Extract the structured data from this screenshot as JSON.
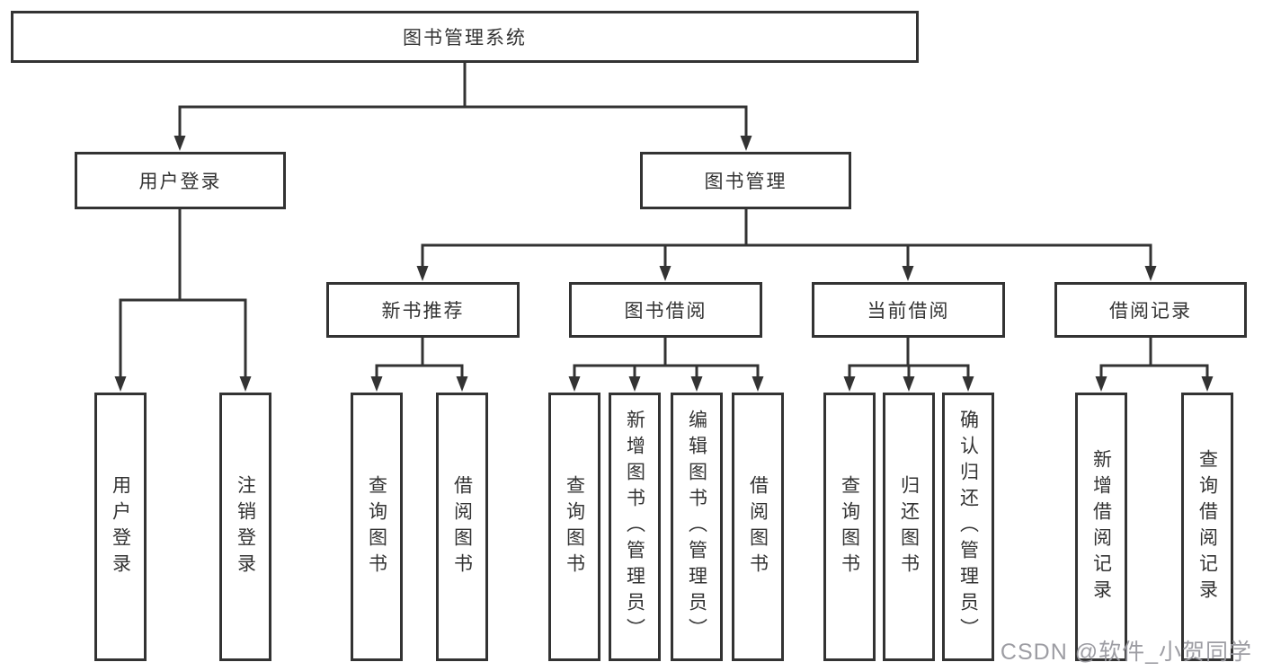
{
  "diagram": {
    "title": "图书管理系统",
    "root": {
      "label": "图书管理系统"
    },
    "branches": [
      {
        "id": "user-login",
        "label": "用户登录",
        "children": [
          {
            "label": "用户登录"
          },
          {
            "label": "注销登录"
          }
        ]
      },
      {
        "id": "book-management",
        "label": "图书管理",
        "children": [
          {
            "label": "新书推荐",
            "children": [
              {
                "label": "查询图书"
              },
              {
                "label": "借阅图书"
              }
            ]
          },
          {
            "label": "图书借阅",
            "children": [
              {
                "label": "查询图书"
              },
              {
                "label": "新增图书（管理员）"
              },
              {
                "label": "编辑图书（管理员）"
              },
              {
                "label": "借阅图书"
              }
            ]
          },
          {
            "label": "当前借阅",
            "children": [
              {
                "label": "查询图书"
              },
              {
                "label": "归还图书"
              },
              {
                "label": "确认归还（管理员）"
              }
            ]
          },
          {
            "label": "借阅记录",
            "children": [
              {
                "label": "新增借阅记录"
              },
              {
                "label": "查询借阅记录"
              }
            ]
          }
        ]
      }
    ]
  },
  "watermark": "CSDN @软件_小贺同学",
  "colors": {
    "line": "#333333",
    "box_background": "#ffffff",
    "watermark": "#98989e"
  }
}
